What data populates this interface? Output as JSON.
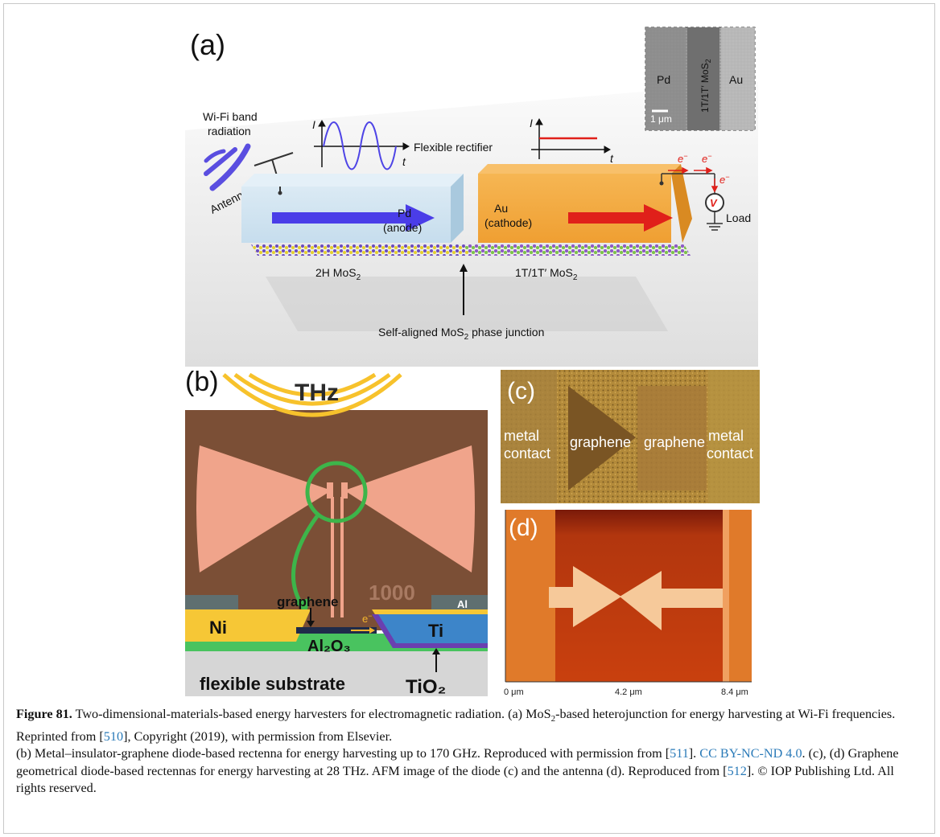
{
  "panel_a": {
    "label": "(a)",
    "inset": {
      "pd": "Pd",
      "mos2": "1T/1T′ MoS",
      "mos2_sub": "2",
      "au": "Au",
      "scale": "1 μm"
    },
    "wifi_line1": "Wi-Fi band",
    "wifi_line2": "radiation",
    "antenna": "Antenna",
    "flexible_rectifier": "Flexible rectifier",
    "current_symbol": "I",
    "time_symbol": "t",
    "pd_label": "Pd",
    "pd_role": "(anode)",
    "au_label": "Au",
    "au_role": "(cathode)",
    "load": "Load",
    "electron": "e",
    "electron_sup": "−",
    "meter": "V",
    "mos2_2h": "2H MoS",
    "mos2_1t": "1T/1T′ MoS",
    "sub2": "2",
    "junction_pre": "Self-aligned MoS",
    "junction_post": " phase junction"
  },
  "panel_b": {
    "label": "(b)",
    "thz": "THz",
    "count": "1000",
    "al": "Al",
    "graphene": "graphene",
    "ni": "Ni",
    "ti": "Ti",
    "al2o3": "Al₂O₃",
    "substrate": "flexible substrate",
    "tio2": "TiO₂",
    "electron": "e",
    "electron_sup": "−"
  },
  "panel_c": {
    "label": "(c)",
    "metal1": "metal",
    "contact1": "contact",
    "graphene1": "graphene",
    "graphene2": "graphene",
    "metal2": "metal",
    "contact2": "contact"
  },
  "panel_d": {
    "label": "(d)",
    "ticks": [
      "0 μm",
      "4.2 μm",
      "8.4 μm"
    ]
  },
  "caption": {
    "figure_label": "Figure 81.",
    "t1": " Two-dimensional-materials-based energy harvesters for electromagnetic radiation. (a) MoS",
    "t1_sub": "2",
    "t2": "-based heterojunction for energy harvesting at Wi-Fi frequencies. Reprinted from [",
    "ref1": "510",
    "t3": "], Copyright (2019), with permission from Elsevier.",
    "t4": "(b) Metal–insulator-graphene diode-based rectenna for energy harvesting up to 170 GHz. Reproduced with permission from [",
    "ref2": "511",
    "t5": "]. ",
    "license": "CC BY-NC-ND 4.0",
    "t6": ". (c), (d) Graphene geometrical diode-based rectennas for energy harvesting at 28 THz. AFM image of the diode (c) and the antenna (d). Reproduced from [",
    "ref3": "512",
    "t7": "]. © IOP Publishing Ltd. All rights reserved."
  },
  "colors": {
    "anode": "#c3dcea",
    "cathode": "#f0a43a",
    "blue_arrow": "#4a3de8",
    "red_arrow": "#e0201a",
    "green": "#3db54a",
    "al2o3": "#49c35f",
    "ni": "#f6c736",
    "ti": "#3d85c9"
  }
}
